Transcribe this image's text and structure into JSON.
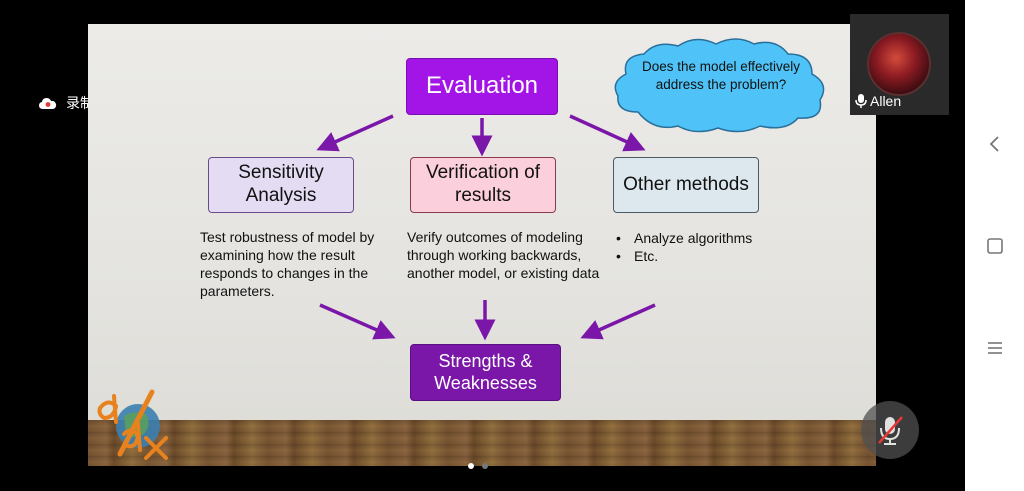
{
  "recording": {
    "label": "录制中"
  },
  "participant": {
    "name": "Allen"
  },
  "slide": {
    "evaluation": "Evaluation",
    "cloud_text": "Does the model effectively address the problem?",
    "sensitivity": {
      "title": "Sensitivity Analysis",
      "desc": "Test robustness of model by examining how the result responds to changes in the parameters."
    },
    "verification": {
      "title": "Verification of results",
      "desc": "Verify outcomes of modeling through working backwards, another model, or existing data"
    },
    "other": {
      "title": "Other methods",
      "items": [
        "Analyze algorithms",
        "Etc."
      ]
    },
    "strengths": "Strengths & Weaknesses"
  },
  "colors": {
    "evaluation_bg": "#a315e6",
    "arrow": "#7a16a8",
    "cloud": "#4fc3f7",
    "strengths_bg": "#7a16a8"
  },
  "icons": [
    "cloud-recording-icon",
    "microphone-icon",
    "muted-microphone-icon",
    "back-icon",
    "home-icon",
    "menu-icon"
  ]
}
